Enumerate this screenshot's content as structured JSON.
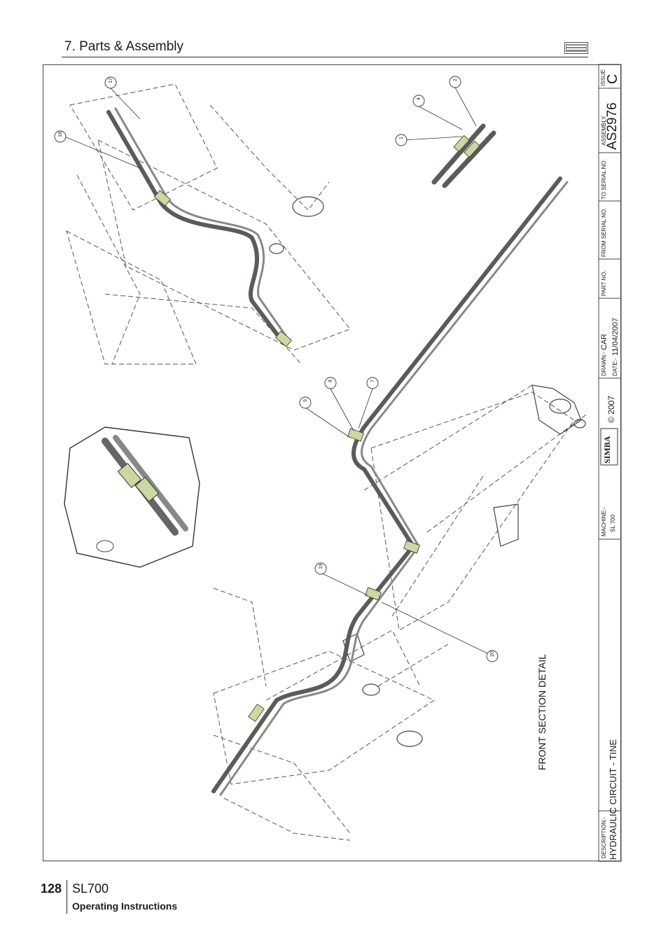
{
  "header": {
    "section_title": "7. Parts & Assembly"
  },
  "callouts": [
    "17",
    "18",
    "2",
    "4",
    "1",
    "8",
    "7",
    "9",
    "19",
    "20"
  ],
  "title_block": {
    "description_label": "DESCRIPTION:-",
    "description": "HYDRAULIC CIRCUIT - TINE",
    "machine_label": "MACHINE:-",
    "machine": "SL 700",
    "brand": "SIMBA",
    "copyright": "© 2007",
    "drawn_label": "DRAWN:-",
    "drawn_by": "CAR",
    "date_label": "DATE:-",
    "date": "11/04/2007",
    "part_no_label": "PART NO.",
    "from_serial_label": "FROM SERIAL NO.",
    "to_serial_label": "TO SERIAL NO.",
    "assembly_label": "ASSEMBLY",
    "assembly": "AS2976",
    "issue_label": "ISSUE",
    "issue": "C"
  },
  "drawing_label": "FRONT SECTION DETAIL",
  "footer": {
    "page_number": "128",
    "model": "SL700",
    "subtitle": "Operating Instructions"
  }
}
